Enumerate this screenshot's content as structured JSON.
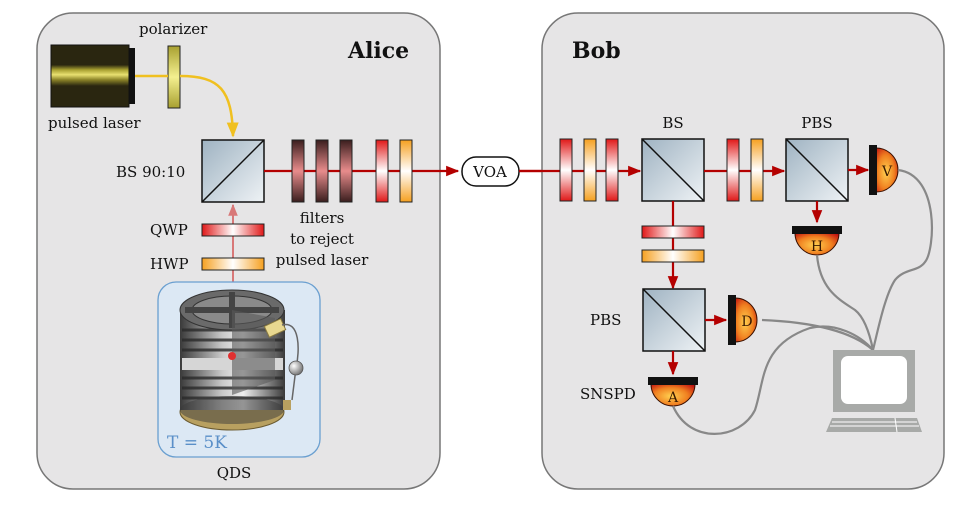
{
  "alice": {
    "title": "Alice",
    "labels": {
      "polarizer": "polarizer",
      "pulsed_laser": "pulsed laser",
      "beam_splitter": "BS 90:10",
      "qwp": "QWP",
      "hwp": "HWP",
      "filters_line1": "filters",
      "filters_line2": "to reject",
      "filters_line3": "pulsed laser",
      "temperature": "T = 5K",
      "source": "QDS"
    }
  },
  "channel": {
    "attenuator": "VOA"
  },
  "bob": {
    "title": "Bob",
    "labels": {
      "beam_splitter": "BS",
      "pbs_top": "PBS",
      "pbs_bottom": "PBS",
      "detector_type": "SNSPD"
    },
    "detectors": {
      "v": "V",
      "h": "H",
      "d": "D",
      "a": "A"
    }
  },
  "colors": {
    "panel_fill": "#e6e5e6",
    "panel_stroke": "#777777",
    "beam_red": "#b40000",
    "beam_yellow": "#f0c020",
    "qds_box_fill": "#dce8f4",
    "qds_box_stroke": "#6a9fd0",
    "temp_text": "#5a8fc8",
    "cable": "#888888"
  }
}
